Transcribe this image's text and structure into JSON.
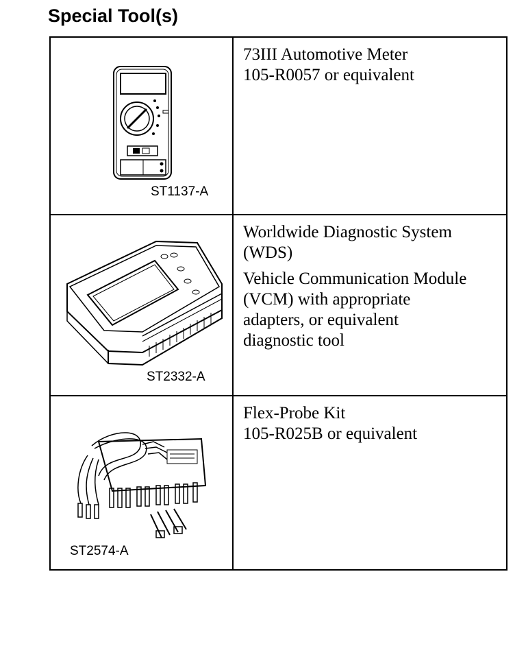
{
  "heading": "Special Tool(s)",
  "tools": [
    {
      "id": "ST1137-A",
      "lines": [
        "73III Automotive Meter",
        "105-R0057 or equivalent"
      ],
      "icon": "multimeter-icon"
    },
    {
      "id": "ST2332-A",
      "paragraphs": [
        [
          "Worldwide Diagnostic System",
          "(WDS)"
        ],
        [
          "Vehicle Communication Module",
          "(VCM) with appropriate",
          "adapters, or equivalent",
          "diagnostic tool"
        ]
      ],
      "icon": "diagnostic-tablet-icon"
    },
    {
      "id": "ST2574-A",
      "lines": [
        "Flex-Probe Kit",
        "105-R025B or equivalent"
      ],
      "icon": "probe-kit-icon"
    }
  ]
}
